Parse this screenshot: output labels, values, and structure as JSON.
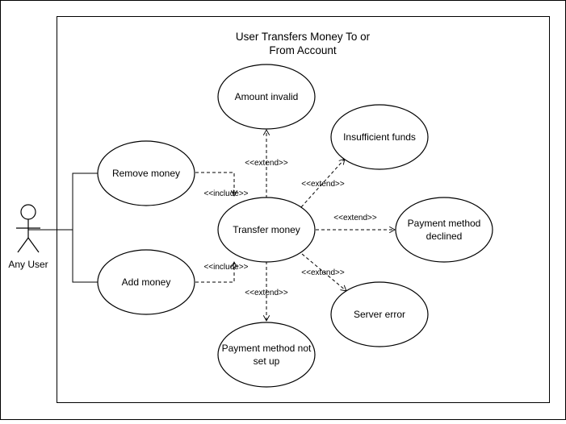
{
  "diagram": {
    "system": {
      "title_line1": "User Transfers Money To or",
      "title_line2": "From Account"
    },
    "actor": {
      "label": "Any User"
    },
    "use_cases": {
      "amount_invalid": [
        "Amount invalid"
      ],
      "insufficient_funds": [
        "Insufficient funds"
      ],
      "remove_money": [
        "Remove money"
      ],
      "transfer_money": [
        "Transfer money"
      ],
      "payment_declined": [
        "Payment method",
        "declined"
      ],
      "add_money": [
        "Add money"
      ],
      "server_error": [
        "Server error"
      ],
      "payment_not_set_up": [
        "Payment method not",
        "set up"
      ]
    },
    "relations": {
      "include_remove": "<<include>>",
      "include_add": "<<include>>",
      "extend_amount_invalid": "<<extend>>",
      "extend_insufficient_funds": "<<extend>>",
      "extend_payment_declined": "<<extend>>",
      "extend_server_error": "<<extend>>",
      "extend_payment_not_set_up": "<<extend>>"
    },
    "colors": {
      "stroke": "#000000",
      "background": "#ffffff"
    }
  }
}
